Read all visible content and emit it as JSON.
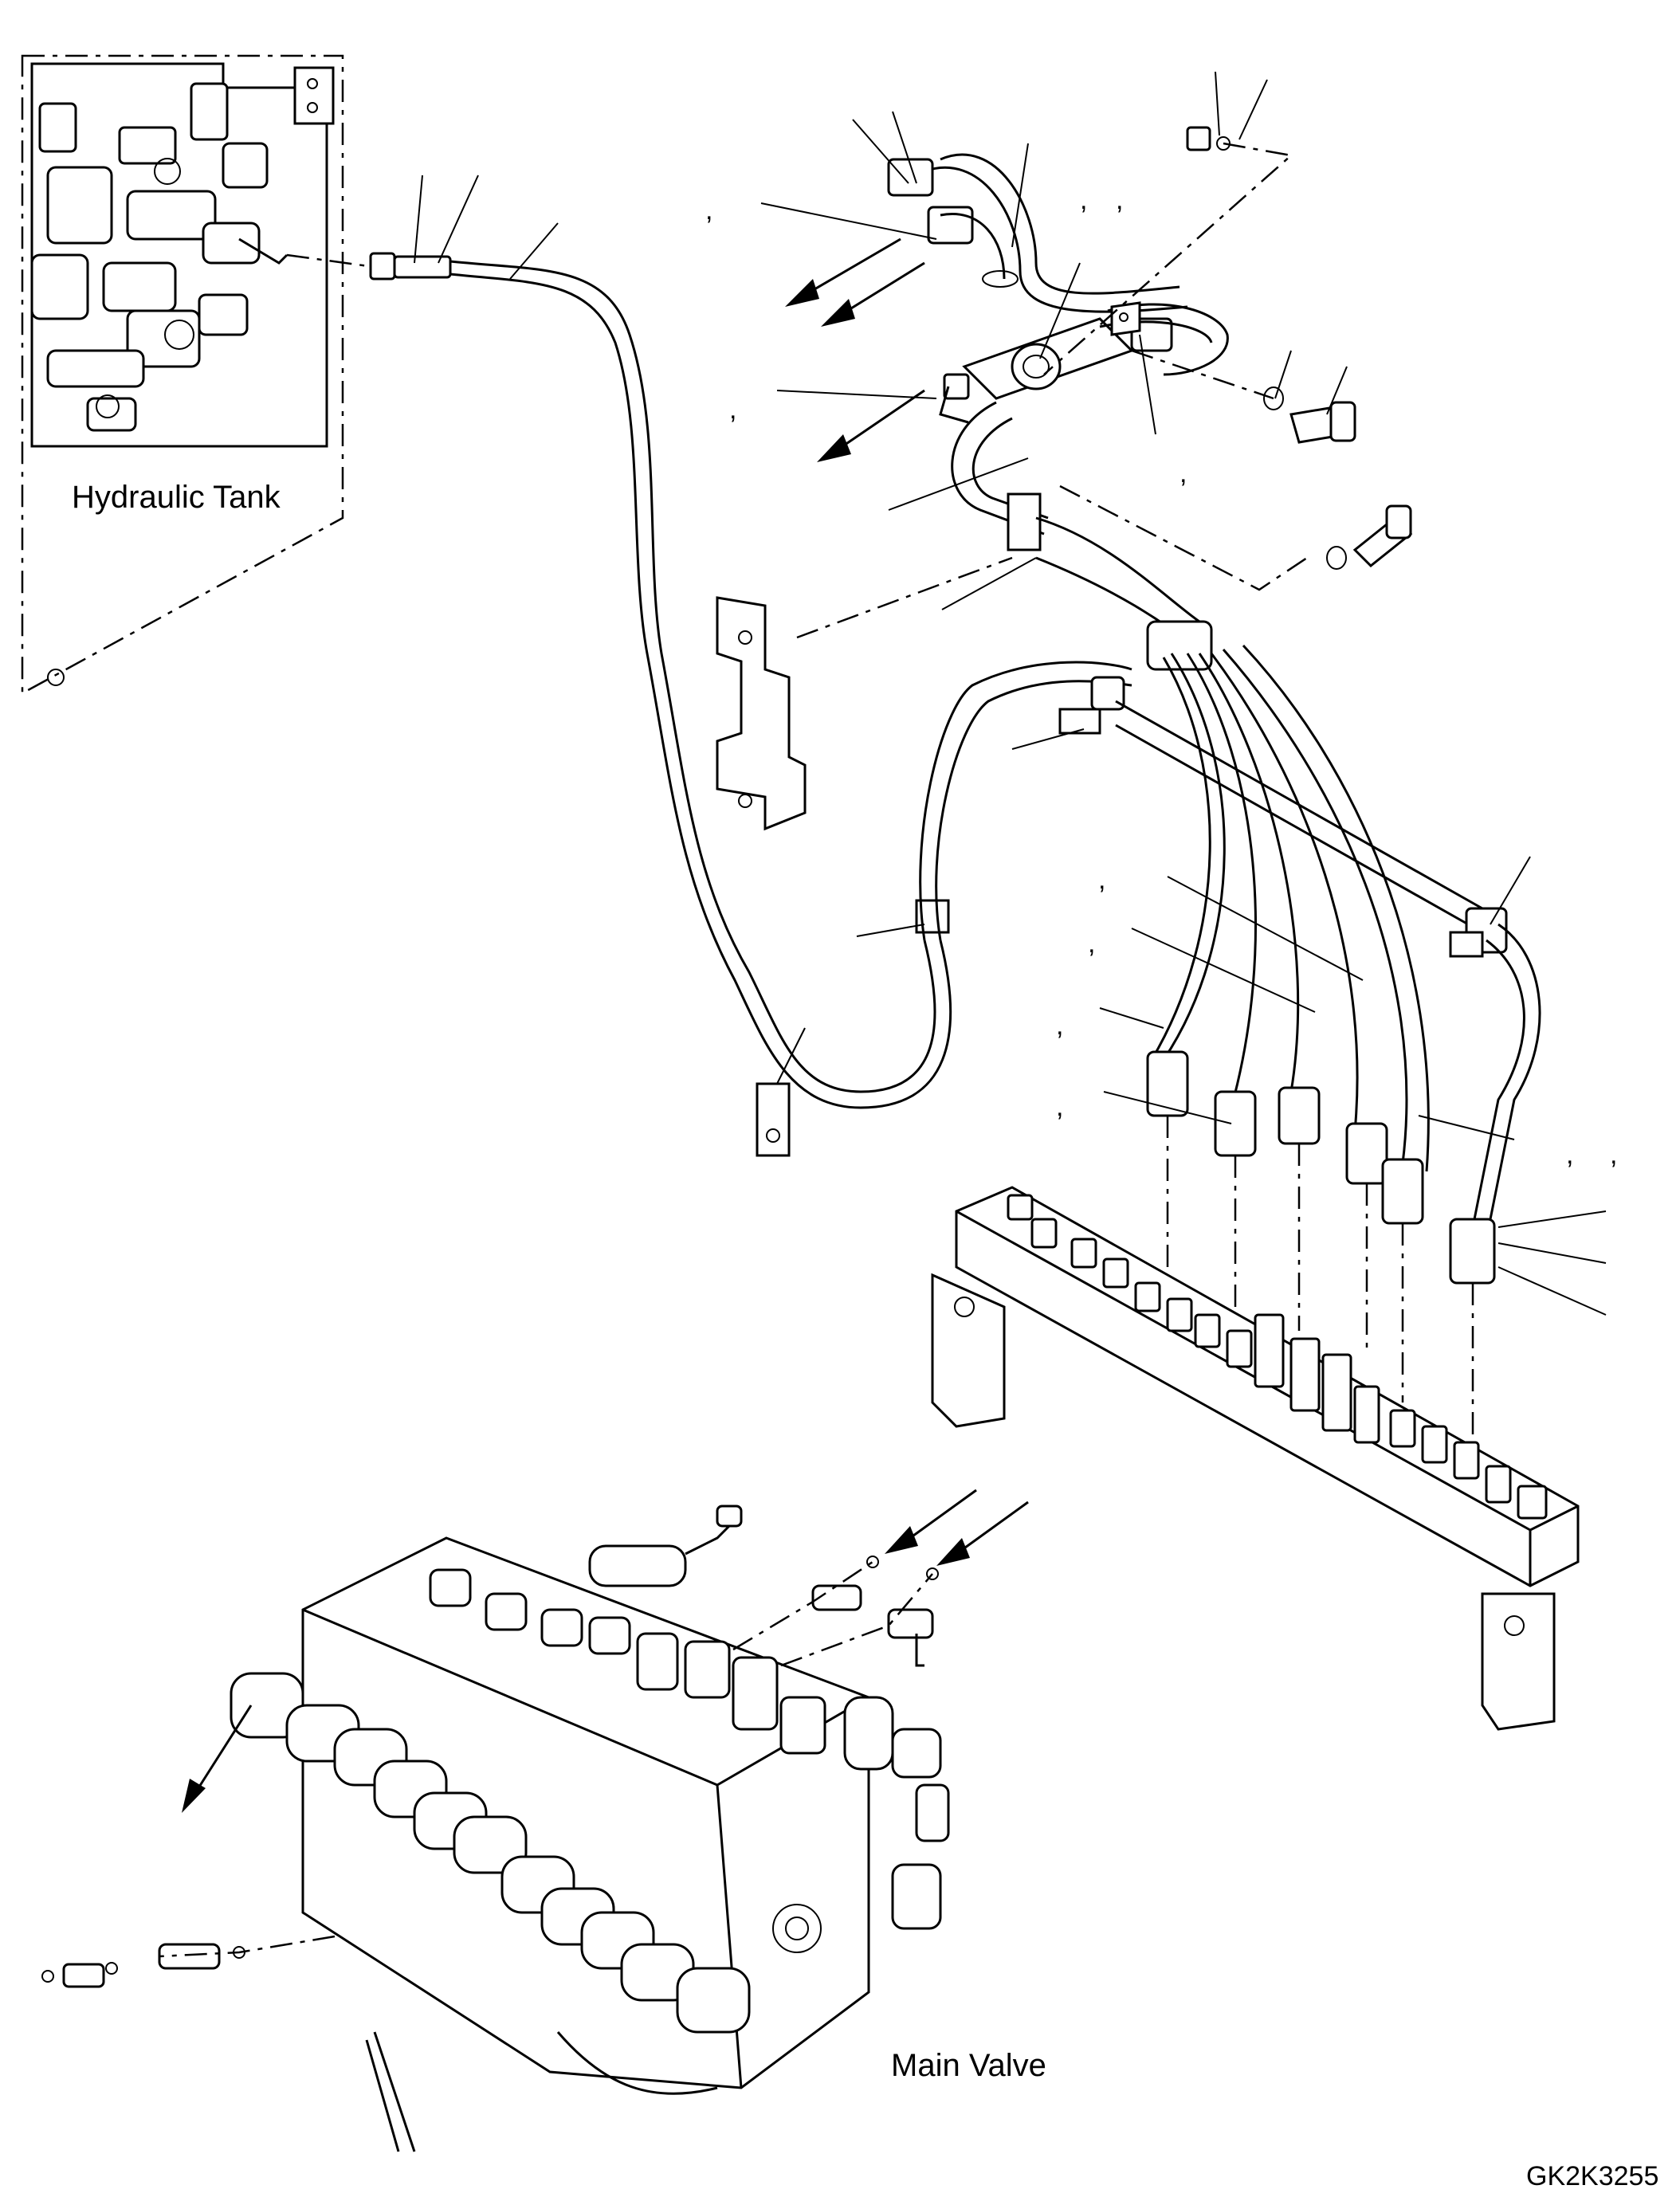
{
  "labels": {
    "hydraulic_tank": "Hydraulic Tank",
    "main_valve": "Main Valve",
    "figure_code": "GK2K3255"
  },
  "callout_commas": [
    ",",
    ",",
    ",",
    ",",
    ",",
    ",",
    ",",
    ",",
    ",",
    ",",
    ","
  ]
}
